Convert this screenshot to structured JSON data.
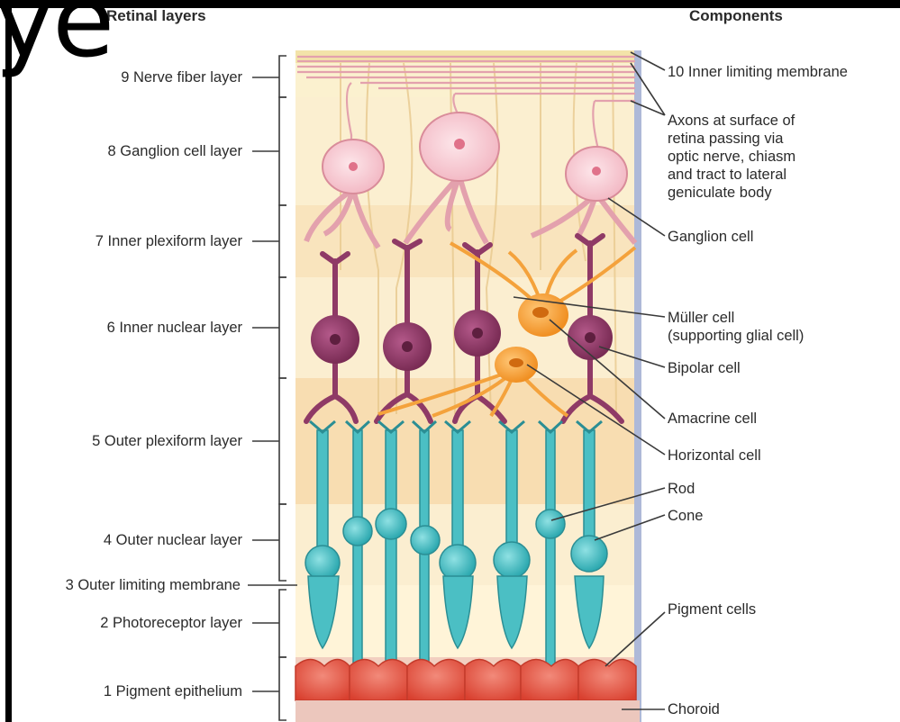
{
  "overlay_text": "ye",
  "headings": {
    "left": "Retinal layers",
    "right": "Components"
  },
  "layers": [
    {
      "id": "nerve-fiber",
      "label": "9 Nerve fiber layer"
    },
    {
      "id": "ganglion",
      "label": "8 Ganglion cell layer"
    },
    {
      "id": "inner-plexiform",
      "label": "7 Inner plexiform layer"
    },
    {
      "id": "inner-nuclear",
      "label": "6 Inner nuclear layer"
    },
    {
      "id": "outer-plexiform",
      "label": "5 Outer plexiform layer"
    },
    {
      "id": "outer-nuclear",
      "label": "4 Outer nuclear layer"
    },
    {
      "id": "outer-limiting",
      "label": "3 Outer limiting membrane"
    },
    {
      "id": "photoreceptor",
      "label": "2 Photoreceptor layer"
    },
    {
      "id": "pigment-epithelium",
      "label": "1 Pigment epithelium"
    }
  ],
  "components": [
    {
      "id": "inner-limiting-membrane",
      "lines": [
        "10 Inner limiting membrane"
      ]
    },
    {
      "id": "axons",
      "lines": [
        "Axons at surface of",
        "retina passing via",
        "optic nerve, chiasm",
        "and tract to lateral",
        "geniculate body"
      ]
    },
    {
      "id": "ganglion-cell",
      "lines": [
        "Ganglion cell"
      ]
    },
    {
      "id": "muller-cell",
      "lines": [
        "Müller cell",
        "(supporting glial cell)"
      ]
    },
    {
      "id": "bipolar-cell",
      "lines": [
        "Bipolar cell"
      ]
    },
    {
      "id": "amacrine-cell",
      "lines": [
        "Amacrine cell"
      ]
    },
    {
      "id": "horizontal-cell",
      "lines": [
        "Horizontal cell"
      ]
    },
    {
      "id": "rod",
      "lines": [
        "Rod"
      ]
    },
    {
      "id": "cone",
      "lines": [
        "Cone"
      ]
    },
    {
      "id": "pigment-cells",
      "lines": [
        "Pigment cells"
      ]
    },
    {
      "id": "choroid",
      "lines": [
        "Choroid"
      ]
    }
  ],
  "colors": {
    "ganglion": "#f4c7cf",
    "ganglion_stroke": "#d98c9a",
    "bipolar": "#8f3a66",
    "muller": "#f4a23c",
    "photoreceptor": "#4bbfc4",
    "pigment": "#e35a4a",
    "tissue_light": "#fbf1cf",
    "tissue_band": "#f8dfb4",
    "membrane_edge": "#aeb9d8"
  }
}
